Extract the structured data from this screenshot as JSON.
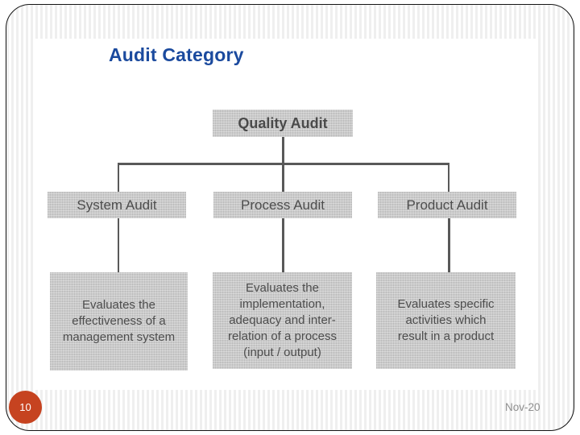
{
  "slide": {
    "title": "Audit Category",
    "page_number": "10",
    "date_label": "Nov-20"
  },
  "diagram": {
    "type": "hierarchy",
    "root": {
      "label": "Quality Audit"
    },
    "children": [
      {
        "label": "System Audit",
        "description": "Evaluates the\neffectiveness of a\nmanagement system"
      },
      {
        "label": "Process Audit",
        "description": "Evaluates the\nimplementation,\nadequacy and inter-\nrelation of a process\n(input / output)"
      },
      {
        "label": "Product Audit",
        "description": "Evaluates specific\nactivities which\nresult in a product"
      }
    ]
  },
  "colors": {
    "title_blue": "#1b4a9e",
    "node_gray": "#cacaca",
    "connector_gray": "#595959",
    "badge_orange": "#c64320",
    "date_gray": "#8e8e8e"
  }
}
